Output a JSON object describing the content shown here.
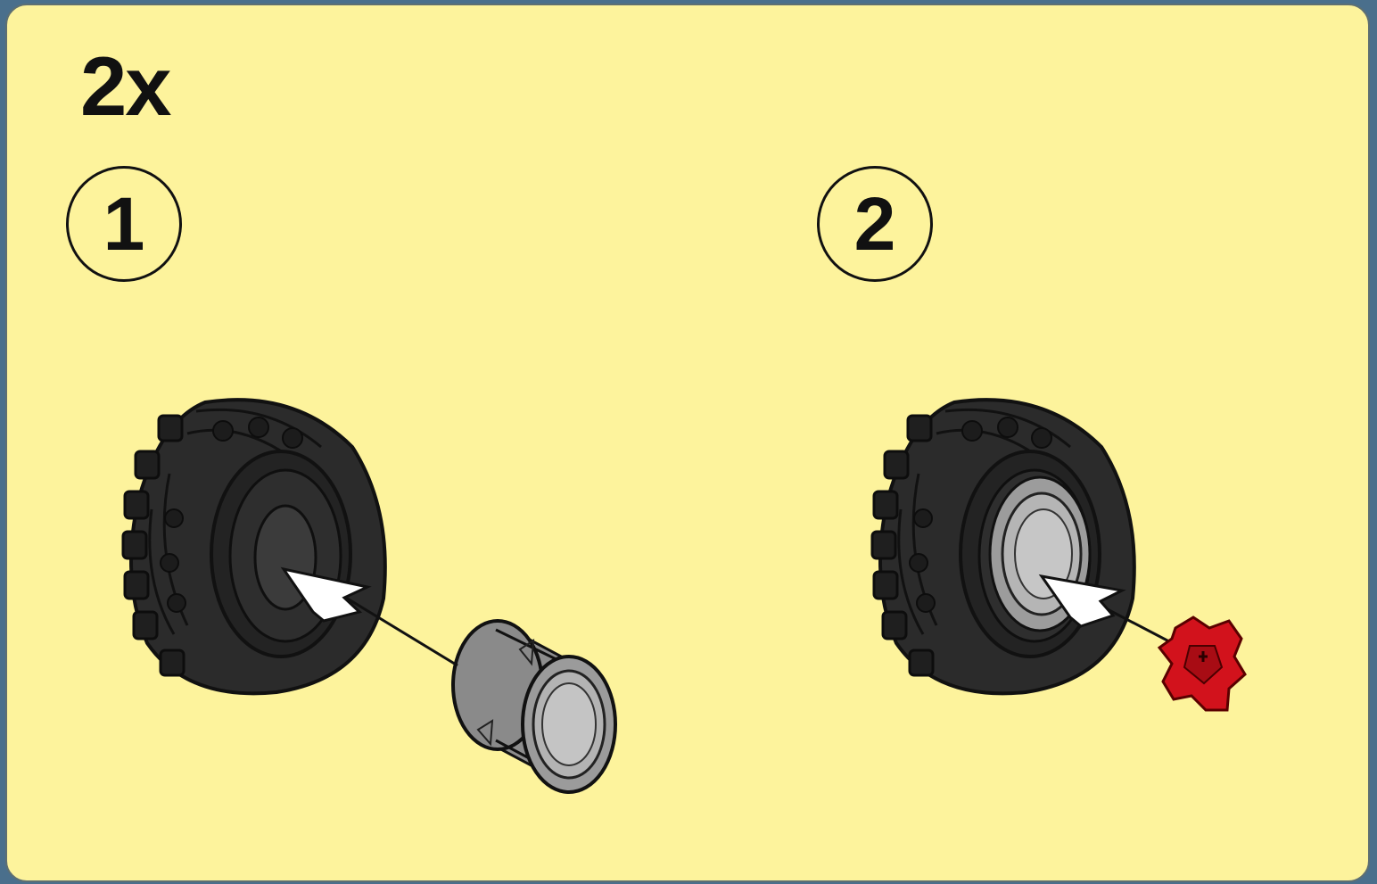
{
  "instruction": {
    "quantity": "2x",
    "steps": [
      {
        "number": "1"
      },
      {
        "number": "2"
      }
    ]
  },
  "colors": {
    "background": "#fdf39c",
    "tire": "#2a2a2a",
    "rim": "#9a9a9a",
    "connector": "#d2121c",
    "outline": "#111111"
  },
  "icons": [
    "tire-icon",
    "wheel-rim-icon",
    "axle-connector-icon",
    "assembly-arrow-icon"
  ]
}
